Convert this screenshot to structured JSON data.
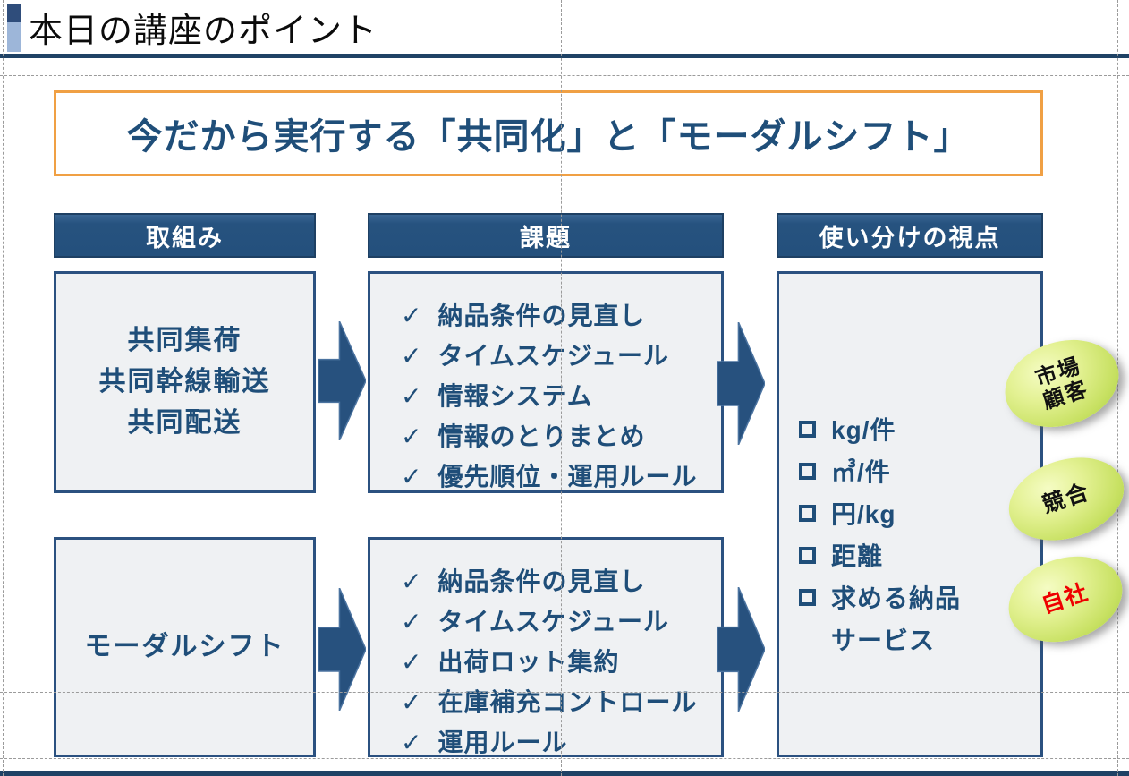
{
  "slide": {
    "title": "本日の講座のポイント",
    "banner_text": "今だから実行する「共同化」と「モーダルシフト」"
  },
  "headers": {
    "initiatives": "取組み",
    "issues": "課題",
    "perspective": "使い分けの視点"
  },
  "row1": {
    "initiative_lines": [
      "共同集荷",
      "共同幹線輸送",
      "共同配送"
    ],
    "issues": [
      "納品条件の見直し",
      "タイムスケジュール",
      "情報システム",
      "情報のとりまとめ",
      "優先順位・運用ルール"
    ]
  },
  "row2": {
    "initiative_lines": [
      "モーダルシフト"
    ],
    "issues": [
      "納品条件の見直し",
      "タイムスケジュール",
      "出荷ロット集約",
      "在庫補充コントロール",
      "運用ルール"
    ]
  },
  "perspective_items": [
    [
      "kg/件"
    ],
    [
      "㎥/件"
    ],
    [
      "円/kg"
    ],
    [
      "距離"
    ],
    [
      "求める納品",
      "サービス"
    ]
  ],
  "stakeholder_badges": [
    {
      "lines": [
        "市場",
        "顧客"
      ],
      "color": "#111111"
    },
    {
      "lines": [
        "競合"
      ],
      "color": "#111111"
    },
    {
      "lines": [
        "自社"
      ],
      "color": "#EE0000"
    }
  ],
  "icons": {
    "check": "✓",
    "checkbox": "hollow-square"
  },
  "colors": {
    "dark_blue_text": "#1F4E79",
    "header_fill": "#24507C",
    "box_fill": "#EFF1F3",
    "box_border": "#2B5180",
    "banner_border_orange": "#F0A044",
    "rule_blue": "#1F4265",
    "arrow_fill": "#27517E",
    "badge_green_light": "#F5FCC4",
    "badge_green_dark": "#A8CE41",
    "badge_red_text": "#EE0000"
  }
}
